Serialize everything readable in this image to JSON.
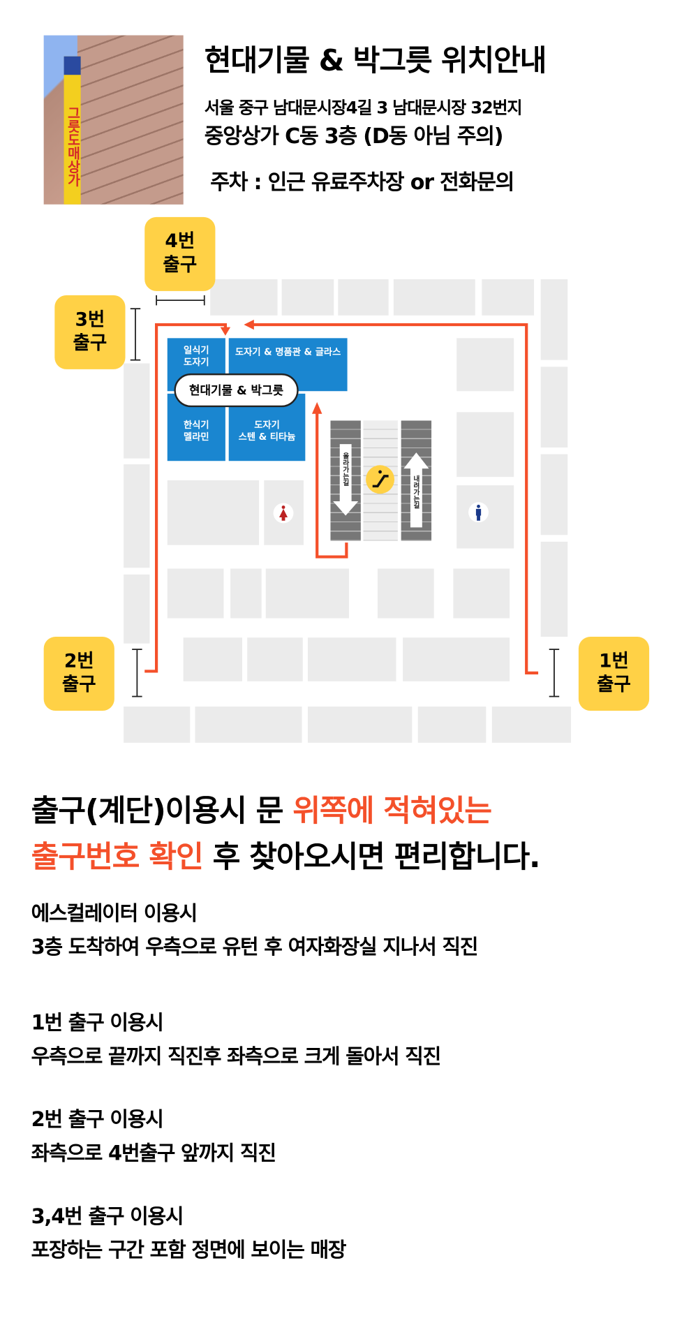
{
  "header": {
    "title": "현대기물 & 박그릇 위치안내",
    "address_line1": "서울 중구 남대문시장4길 3 남대문시장 32번지",
    "address_line2": "중앙상가 C동 3층 (D동 아님 주의)",
    "parking": "주차 : 인근 유료주차장 or 전화문의",
    "photo_banner": "그릇도매상가"
  },
  "map": {
    "exits": [
      {
        "num": "4번",
        "label": "출구"
      },
      {
        "num": "3번",
        "label": "출구"
      },
      {
        "num": "2번",
        "label": "출구"
      },
      {
        "num": "1번",
        "label": "출구"
      }
    ],
    "stores": {
      "japanese": [
        "일식기",
        "도자기"
      ],
      "ceramics_top": "도자기 & 명품관 & 글라스",
      "korean": [
        "한식기",
        "멜라민"
      ],
      "ceramics_bottom": [
        "도자기",
        "스텐 & 티타늄"
      ],
      "shop_label": "현대기물 & 박그릇"
    },
    "escalator": {
      "up": "올라가는길",
      "down": "내려가는길"
    },
    "colors": {
      "route": "#f4502a",
      "store": "#1a86d0",
      "badge": "#ffd146",
      "block": "#ebebeb"
    }
  },
  "notice": {
    "line1_black": "출구(계단)이용시 문 ",
    "line1_orange": "위쪽에 적혀있는",
    "line2_orange": "출구번호 확인",
    "line2_black": " 후 찾아오시면 편리합니다."
  },
  "instructions": [
    {
      "title": "에스컬레이터 이용시",
      "detail": "3층 도착하여 우측으로 유턴 후 여자화장실 지나서 직진"
    },
    {
      "title": "1번 출구 이용시",
      "detail": "우측으로 끝까지 직진후 좌측으로 크게 돌아서 직진"
    },
    {
      "title": "2번 출구 이용시",
      "detail": "좌측으로 4번출구 앞까지 직진"
    },
    {
      "title": "3,4번 출구 이용시",
      "detail": "포장하는 구간 포함 정면에 보이는 매장"
    }
  ]
}
